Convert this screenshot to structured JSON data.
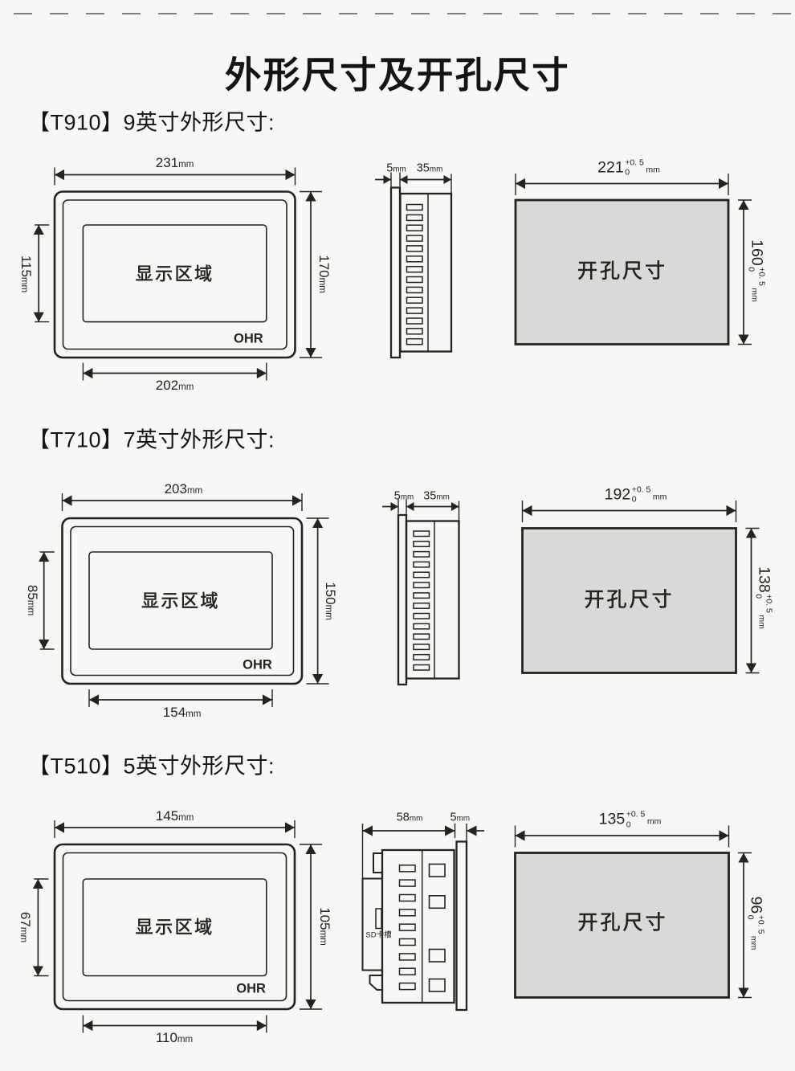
{
  "page": {
    "title": "外形尺寸及开孔尺寸",
    "background_color": "#f7f7f5",
    "ink_color": "#262220",
    "cutout_fill_color": "#d9d9d7",
    "dash_color": "#7f7f7f"
  },
  "sections": [
    {
      "model": "T910",
      "heading": "【T910】9英寸外形尺寸:",
      "front": {
        "width": "231mm",
        "display_height": "115mm",
        "height": "170mm",
        "display_width": "202mm",
        "display_area": "显示区域",
        "logo": "OHR"
      },
      "side": {
        "dim1": "5mm",
        "dim2": "35mm"
      },
      "cutout": {
        "label": "开孔尺寸",
        "width": {
          "value": "221",
          "tol_plus": "+0. 5",
          "tol_minus": "0",
          "unit": "mm"
        },
        "height": {
          "value": "160",
          "tol_plus": "+0. 5",
          "tol_minus": "0",
          "unit": "mm"
        }
      }
    },
    {
      "model": "T710",
      "heading": "【T710】7英寸外形尺寸:",
      "front": {
        "width": "203mm",
        "display_height": "85mm",
        "height": "150mm",
        "display_width": "154mm",
        "display_area": "显示区域",
        "logo": "OHR"
      },
      "side": {
        "dim1": "5mm",
        "dim2": "35mm"
      },
      "cutout": {
        "label": "开孔尺寸",
        "width": {
          "value": "192",
          "tol_plus": "+0. 5",
          "tol_minus": "0",
          "unit": "mm"
        },
        "height": {
          "value": "138",
          "tol_plus": "+0. 5",
          "tol_minus": "0",
          "unit": "mm"
        }
      }
    },
    {
      "model": "T510",
      "heading": "【T510】5英寸外形尺寸:",
      "front": {
        "width": "145mm",
        "display_height": "67mm",
        "height": "105mm",
        "display_width": "110mm",
        "display_area": "显示区域",
        "logo": "OHR"
      },
      "side": {
        "dim1": "58mm",
        "dim2": "5mm",
        "sd_label": "SD卡槽"
      },
      "cutout": {
        "label": "开孔尺寸",
        "width": {
          "value": "135",
          "tol_plus": "+0. 5",
          "tol_minus": "0",
          "unit": "mm"
        },
        "height": {
          "value": "96",
          "tol_plus": "+0. 5",
          "tol_minus": "0",
          "unit": "mm"
        }
      }
    }
  ]
}
